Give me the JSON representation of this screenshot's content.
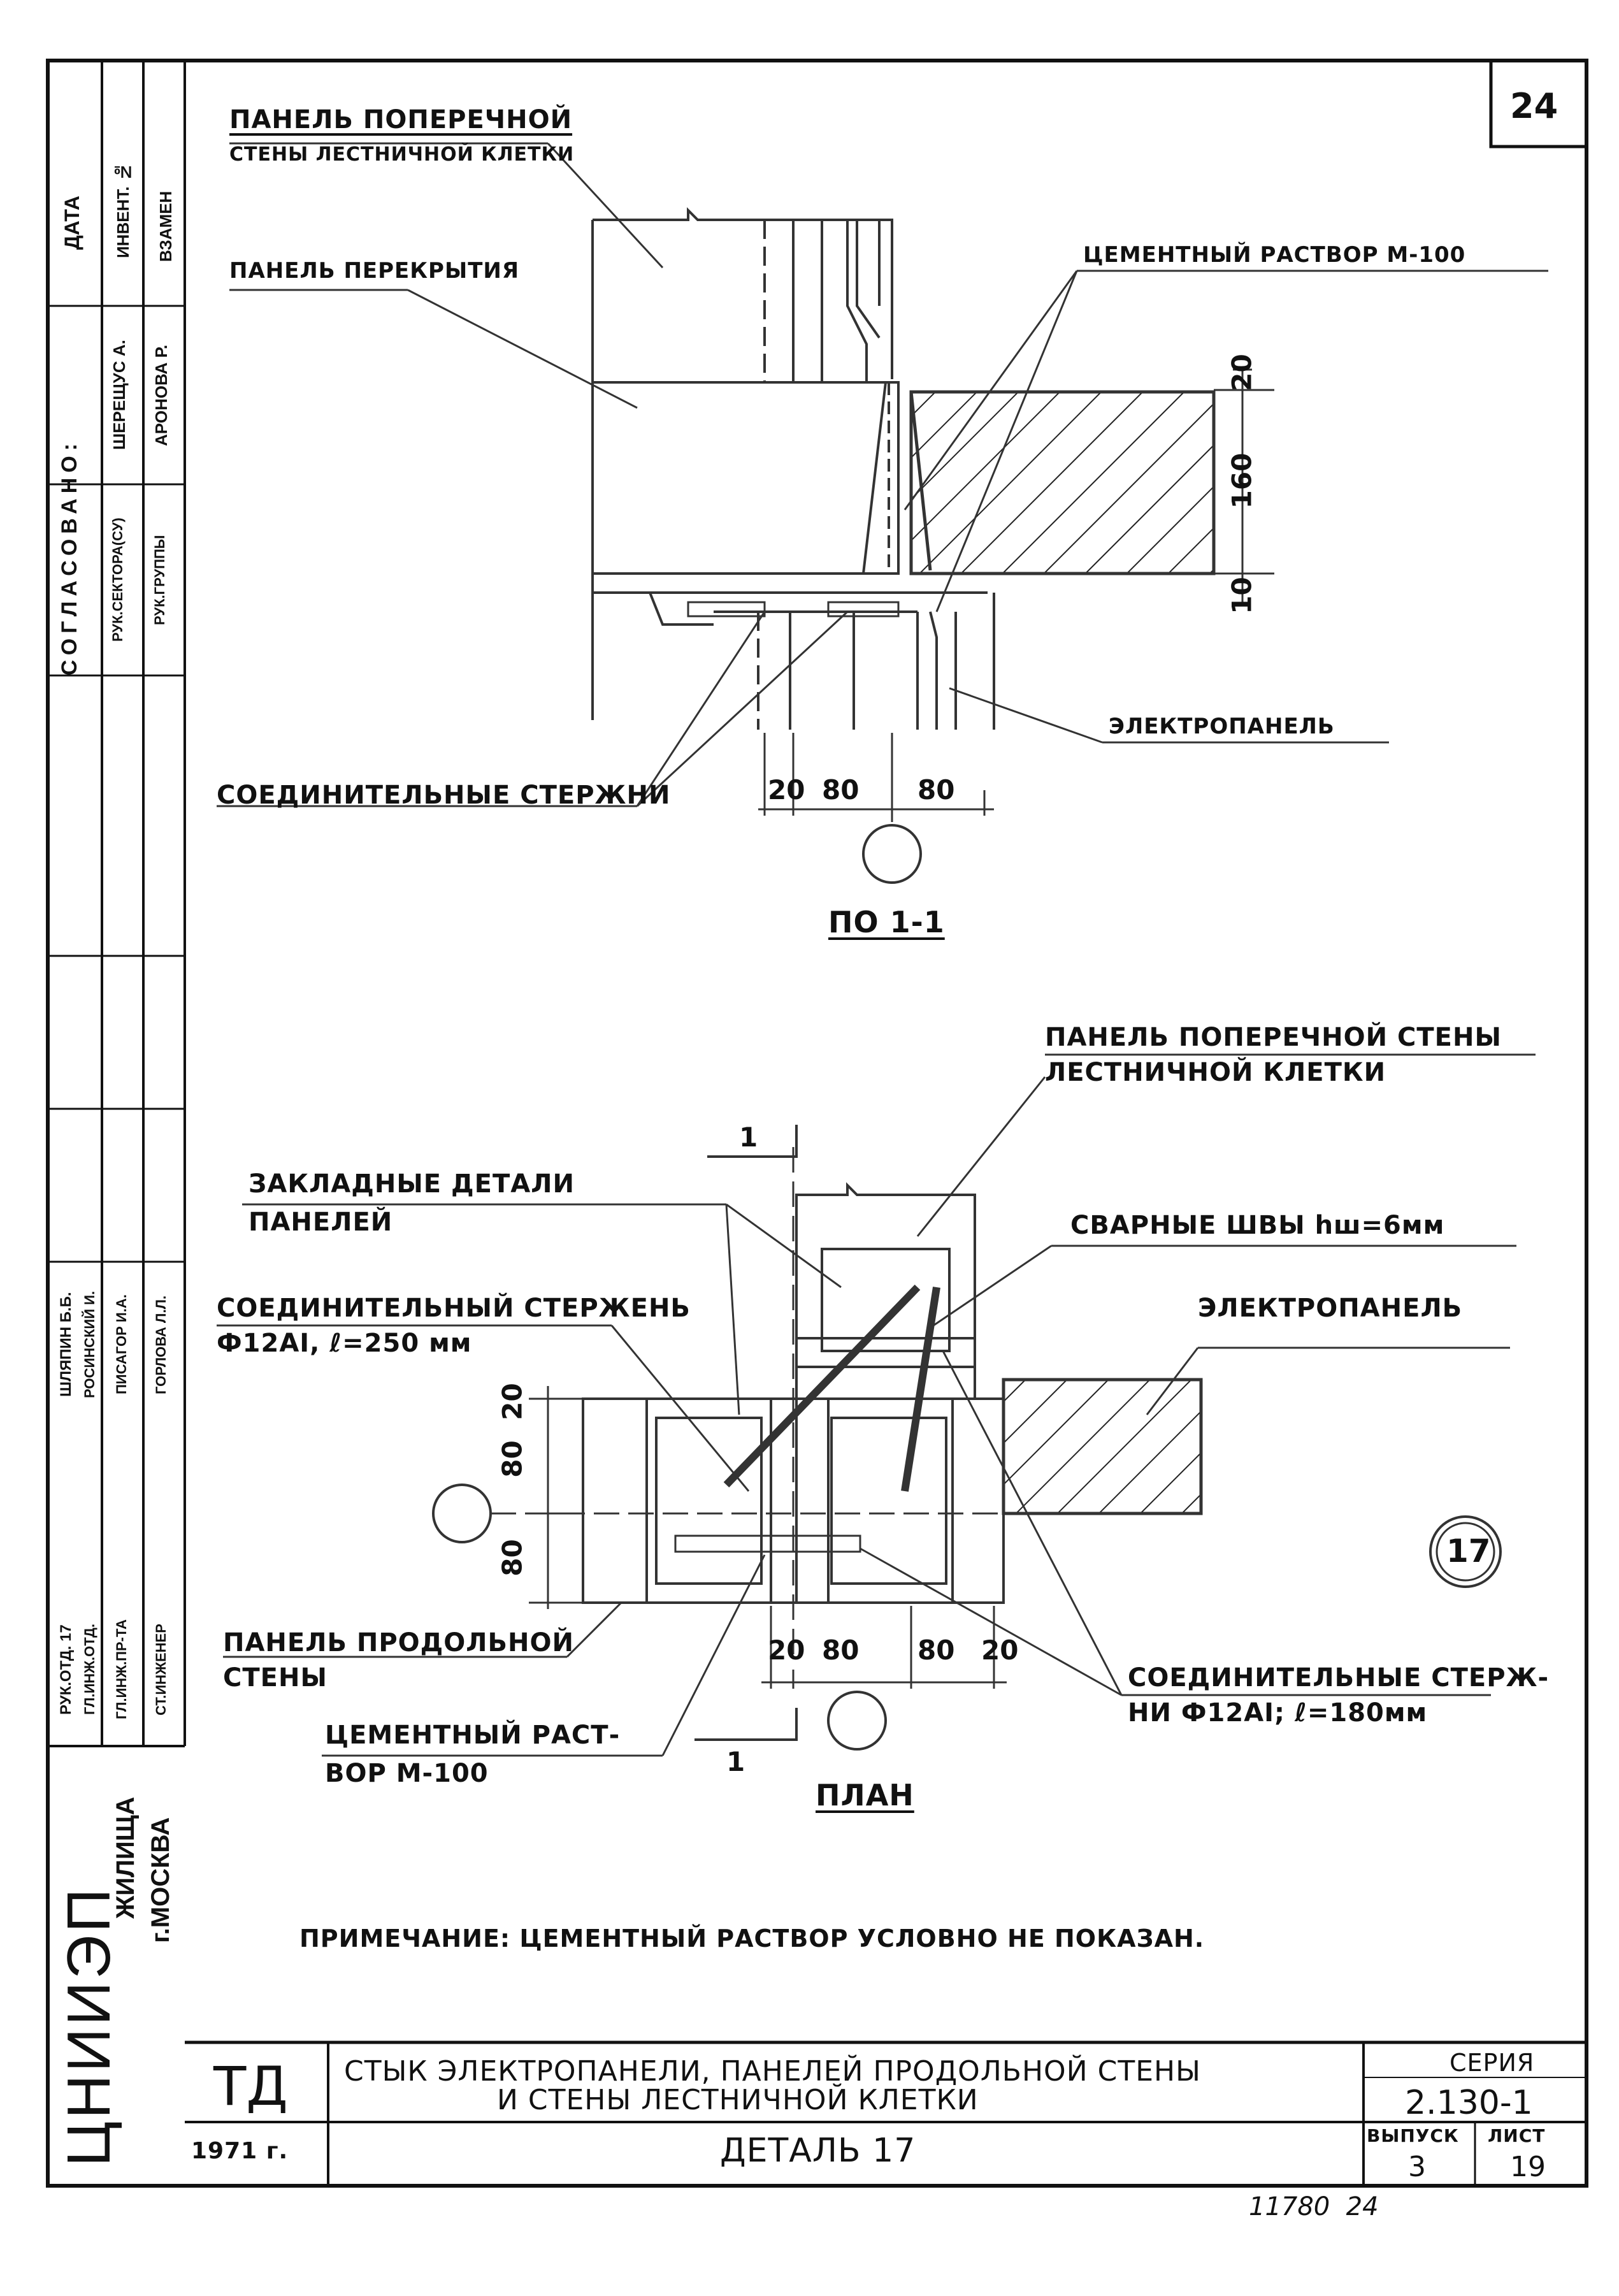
{
  "sheet_number": "24",
  "approval_block": {
    "heading": "СОГЛАСОВАНО:",
    "date_label": "ДАТА",
    "rows": [
      {
        "role": "РУК.СЕКТОРА(СУ)",
        "name": "ШЕРЕЩУС А."
      },
      {
        "role": "РУК.ГРУППЫ",
        "name": "АРОНОВА Р."
      }
    ],
    "inv_label": "ИНВЕНТ. №",
    "replace_label": "ВЗАМЕН"
  },
  "staff_block": {
    "rows": [
      {
        "role": "РУК.ОТД. 17",
        "name": "ШЛЯПИН Б.Б."
      },
      {
        "role": "ГЛ.ИНЖ.ОТД.",
        "name": "РОСИНСКИЙ И."
      },
      {
        "role": "ГЛ.ИНЖ.ПР-ТА",
        "name": "ПИСАГОР И.А."
      },
      {
        "role": "СТ.ИНЖЕНЕР",
        "name": "ГОРЛОВА Л.Л."
      }
    ]
  },
  "institute": {
    "name": "ЦНИИЭП",
    "sub": "ЖИЛИЩА",
    "city": "г.МОСКВА"
  },
  "section_view": {
    "labels": {
      "cross_wall_panel_1": "ПАНЕЛЬ ПОПЕРЕЧНОЙ",
      "cross_wall_panel_2": "СТЕНЫ ЛЕСТНИЧНОЙ КЛЕТКИ",
      "floor_panel": "ПАНЕЛЬ ПЕРЕКРЫТИЯ",
      "mortar": "ЦЕМЕНТНЫЙ РАСТВОР М-100",
      "electro_panel": "ЭЛЕКТРОПАНЕЛЬ",
      "rods": "СОЕДИНИТЕЛЬНЫЕ СТЕРЖНИ"
    },
    "dims_vertical": [
      "20",
      "160",
      "10"
    ],
    "dims_horizontal": [
      "20",
      "80",
      "80"
    ],
    "caption": "ПО 1-1"
  },
  "plan_view": {
    "labels": {
      "cross_wall_panel_1": "ПАНЕЛЬ ПОПЕРЕЧНОЙ СТЕНЫ",
      "cross_wall_panel_2": "ЛЕСТНИЧНОЙ КЛЕТКИ",
      "embedded_1": "ЗАКЛАДНЫЕ ДЕТАЛИ",
      "embedded_2": "ПАНЕЛЕЙ",
      "welds": "СВАРНЫЕ ШВЫ hш=6мм",
      "rod_1": "СОЕДИНИТЕЛЬНЫЙ СТЕРЖЕНЬ",
      "rod_2": "Ф12АI, ℓ=250 мм",
      "electro_panel": "ЭЛЕКТРОПАНЕЛЬ",
      "long_wall_1": "ПАНЕЛЬ ПРОДОЛЬНОЙ",
      "long_wall_2": "СТЕНЫ",
      "mortar_1": "ЦЕМЕНТНЫЙ РАСТ-",
      "mortar_2": "ВОР М-100",
      "rods_1": "СОЕДИНИТЕЛЬНЫЕ СТЕРЖ-",
      "rods_2": "НИ Ф12АI; ℓ=180мм"
    },
    "dims_vertical": [
      "20",
      "80",
      "80"
    ],
    "dims_horizontal": [
      "20",
      "80",
      "80",
      "20"
    ],
    "section_mark": "1",
    "detail_number": "17",
    "caption": "ПЛАН"
  },
  "note": "ПРИМЕЧАНИЕ: ЦЕМЕНТНЫЙ РАСТВОР УСЛОВНО НЕ ПОКАЗАН.",
  "title_block": {
    "code": "ТД",
    "title_1": "СТЫК ЭЛЕКТРОПАНЕЛИ, ПАНЕЛЕЙ ПРОДОЛЬНОЙ СТЕНЫ",
    "title_2": "И СТЕНЫ ЛЕСТНИЧНОЙ КЛЕТКИ",
    "series_label": "СЕРИЯ",
    "series_value": "2.130-1",
    "year": "1971 г.",
    "detail": "ДЕТАЛЬ 17",
    "issue_label": "ВЫПУСК",
    "issue_value": "3",
    "sheet_label": "ЛИСТ",
    "sheet_value": "19"
  },
  "footer_handwritten": "11780  24"
}
